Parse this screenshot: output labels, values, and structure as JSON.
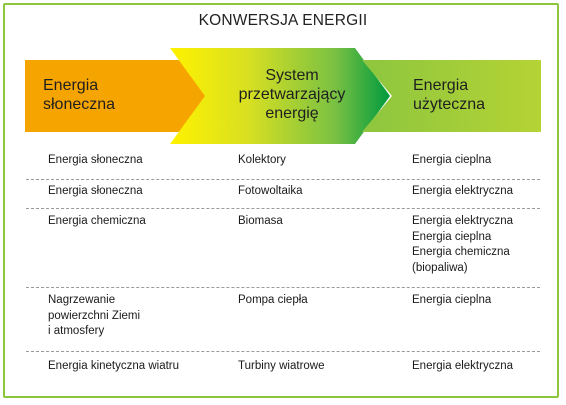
{
  "title": "KONWERSJA ENERGII",
  "colors": {
    "frame": "#8cc63f",
    "arrow1": "#f5a300",
    "arrow2_start": "#ffec00",
    "arrow2_end": "#009a3e",
    "arrow3": "#9ccc3c"
  },
  "header": {
    "source": [
      "Energia",
      "słoneczna"
    ],
    "system": [
      "System",
      "przetwarzający",
      "energię"
    ],
    "useful": [
      "Energia",
      "użyteczna"
    ]
  },
  "rows": [
    {
      "source": [
        "Energia słoneczna"
      ],
      "system": [
        "Kolektory"
      ],
      "useful": [
        "Energia cieplna"
      ]
    },
    {
      "source": [
        "Energia słoneczna"
      ],
      "system": [
        "Fotowoltaika"
      ],
      "useful": [
        "Energia elektryczna"
      ]
    },
    {
      "source": [
        "Energia chemiczna"
      ],
      "system": [
        "Biomasa"
      ],
      "useful": [
        "Energia elektryczna",
        "Energia cieplna",
        "Energia chemiczna",
        "(biopaliwa)"
      ]
    },
    {
      "source": [
        "Nagrzewanie",
        "powierzchni Ziemi",
        "i atmosfery"
      ],
      "system": [
        "Pompa ciepła"
      ],
      "useful": [
        "Energia cieplna"
      ]
    },
    {
      "source": [
        "Energia kinetyczna wiatru"
      ],
      "system": [
        "Turbiny wiatrowe"
      ],
      "useful": [
        "Energia elektryczna"
      ]
    }
  ]
}
